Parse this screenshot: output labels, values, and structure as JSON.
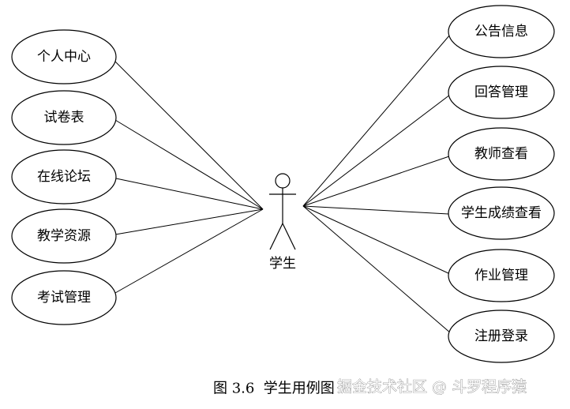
{
  "diagram": {
    "actor": {
      "name": "学生"
    },
    "use_cases_left": [
      "个人中心",
      "试卷表",
      "在线论坛",
      "教学资源",
      "考试管理"
    ],
    "use_cases_right": [
      "公告信息",
      "回答管理",
      "教师查看",
      "学生成绩查看",
      "作业管理",
      "注册登录"
    ]
  },
  "caption": "图 3.6  学生用例图",
  "watermark": "掘金技术社区 @ 斗罗程序猿"
}
